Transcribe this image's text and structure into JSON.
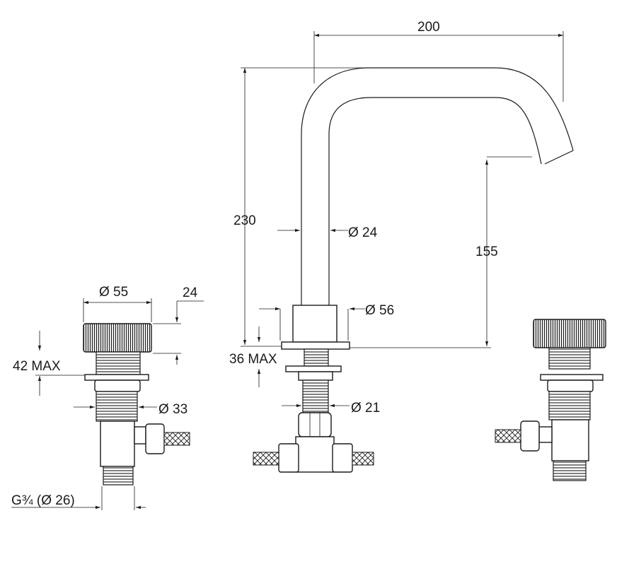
{
  "dimensions": {
    "spout_reach": "200",
    "height": "230",
    "spout_clearance": "155",
    "body_diameter": "Ø 24",
    "base_diameter": "Ø 56",
    "spout_mount_max": "36 MAX",
    "spout_shank_diameter": "Ø 21",
    "handle_diameter": "Ø 55",
    "handle_height": "24",
    "handle_mount_max": "42 MAX",
    "valve_diameter": "Ø 33",
    "inlet_thread": "G¾ (Ø 26)"
  },
  "colors": {
    "line": "#1a1a1a",
    "background": "#ffffff"
  }
}
